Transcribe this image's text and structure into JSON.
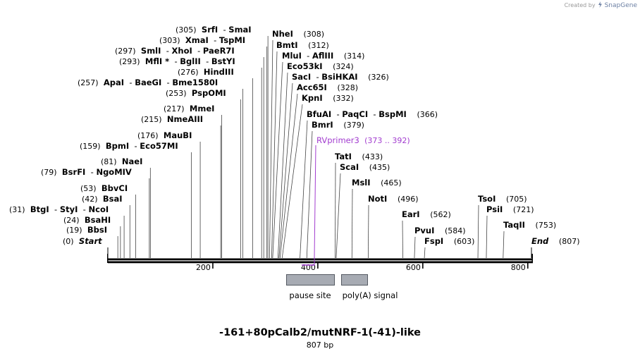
{
  "credit": {
    "prefix": "Created by",
    "brand": "SnapGene"
  },
  "title": "-161+80pCalb2/mutNRF-1(-41)-like",
  "length_label": "807 bp",
  "colors": {
    "primer": "#a23ccf",
    "feature_fill": "#a7abb3",
    "feature_stroke": "#555a62",
    "line": "#000000"
  },
  "axis": {
    "ticks": [
      "200",
      "400",
      "600",
      "800"
    ],
    "start": "Start",
    "end": "End"
  },
  "features": [
    {
      "label": "pause site"
    },
    {
      "label": "poly(A) signal"
    }
  ],
  "primer": {
    "name": "RVprimer3",
    "range": "(373 .. 392)"
  },
  "labels": [
    {
      "pos": "(0)",
      "names": [
        "Start"
      ],
      "special": true
    },
    {
      "pos": "(19)",
      "names": [
        "BbsI"
      ]
    },
    {
      "pos": "(24)",
      "names": [
        "BsaHI"
      ]
    },
    {
      "pos": "(31)",
      "names": [
        "BtgI",
        "StyI",
        "NcoI"
      ]
    },
    {
      "pos": "(42)",
      "names": [
        "BsaI"
      ]
    },
    {
      "pos": "(53)",
      "names": [
        "BbvCI"
      ]
    },
    {
      "pos": "(79)",
      "names": [
        "BsrFI",
        "NgoMIV"
      ]
    },
    {
      "pos": "(81)",
      "names": [
        "NaeI"
      ]
    },
    {
      "pos": "(159)",
      "names": [
        "BpmI",
        "Eco57MI"
      ]
    },
    {
      "pos": "(176)",
      "names": [
        "MauBI"
      ]
    },
    {
      "pos": "(215)",
      "names": [
        "NmeAIII"
      ]
    },
    {
      "pos": "(217)",
      "names": [
        "MmeI"
      ]
    },
    {
      "pos": "(253)",
      "names": [
        "PspOMI"
      ]
    },
    {
      "pos": "(257)",
      "names": [
        "ApaI",
        "BaeGI",
        "Bme1580I"
      ]
    },
    {
      "pos": "(276)",
      "names": [
        "HindIII"
      ]
    },
    {
      "pos": "(293)",
      "names": [
        "MflI *",
        "BglII",
        "BstYI"
      ]
    },
    {
      "pos": "(297)",
      "names": [
        "SmlI",
        "XhoI",
        "PaeR7I"
      ]
    },
    {
      "pos": "(303)",
      "names": [
        "XmaI",
        "TspMI"
      ]
    },
    {
      "pos": "(305)",
      "names": [
        "SrfI",
        "SmaI"
      ]
    },
    {
      "pos": "(308)",
      "names": [
        "NheI"
      ]
    },
    {
      "pos": "(312)",
      "names": [
        "BmtI"
      ]
    },
    {
      "pos": "(314)",
      "names": [
        "MluI",
        "AflIII"
      ]
    },
    {
      "pos": "(324)",
      "names": [
        "Eco53kI"
      ]
    },
    {
      "pos": "(326)",
      "names": [
        "SacI",
        "BsiHKAI"
      ]
    },
    {
      "pos": "(328)",
      "names": [
        "Acc65I"
      ]
    },
    {
      "pos": "(332)",
      "names": [
        "KpnI"
      ]
    },
    {
      "pos": "(366)",
      "names": [
        "BfuAI",
        "PaqCI",
        "BspMI"
      ]
    },
    {
      "pos": "(379)",
      "names": [
        "BmrI"
      ]
    },
    {
      "pos": "(433)",
      "names": [
        "TatI"
      ]
    },
    {
      "pos": "(435)",
      "names": [
        "ScaI"
      ]
    },
    {
      "pos": "(465)",
      "names": [
        "MslI"
      ]
    },
    {
      "pos": "(496)",
      "names": [
        "NotI"
      ]
    },
    {
      "pos": "(562)",
      "names": [
        "EarI"
      ]
    },
    {
      "pos": "(584)",
      "names": [
        "PvuI"
      ]
    },
    {
      "pos": "(603)",
      "names": [
        "FspI"
      ]
    },
    {
      "pos": "(705)",
      "names": [
        "TsoI"
      ]
    },
    {
      "pos": "(721)",
      "names": [
        "PsiI"
      ]
    },
    {
      "pos": "(753)",
      "names": [
        "TaqII"
      ]
    },
    {
      "pos": "(807)",
      "names": [
        "End"
      ],
      "special": true
    }
  ]
}
